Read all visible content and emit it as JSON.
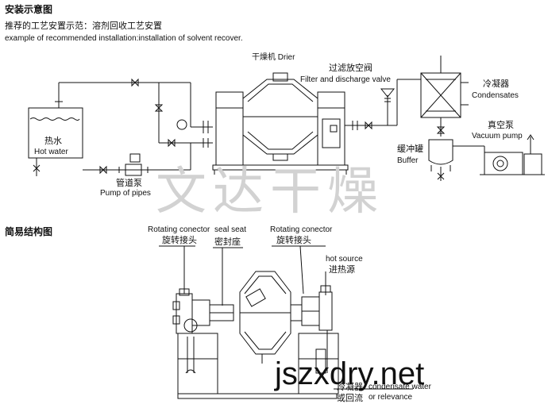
{
  "header": {
    "title": "安装示意图",
    "subtitle_cn": "推荐的工艺安置示范：溶剂回收工艺安置",
    "subtitle_en": "example of recommended installation:installation of solvent recover."
  },
  "install": {
    "drier": "干燥机 Drier",
    "valve_cn": "过滤放空阀",
    "valve_en": "Filter and discharge valve",
    "condenser_cn": "冷凝器",
    "condenser_en": "Condensates",
    "vacuum_cn": "真空泵",
    "vacuum_en": "Vacuum pump",
    "buffer_cn": "缓冲罐",
    "buffer_en": "Buffer",
    "hot_water_cn": "热水",
    "hot_water_en": "Hot water",
    "pump_cn": "管道泵",
    "pump_en": "Pump of pipes"
  },
  "watermark": {
    "cn": "文达干燥",
    "url": "jszxdry.net"
  },
  "structure": {
    "title": "简易结构图",
    "rot_left_en": "Rotating conector",
    "rot_left_cn": "旋转接头",
    "seal_en": "seal seat",
    "seal_cn": "密封座",
    "rot_right_en": "Rotating conector",
    "rot_right_cn": "旋转接头",
    "hot_source_en": "hot source",
    "hot_source_cn": "进热源",
    "condensate_cn1": "冷凝器",
    "condensate_cn2": "或回流",
    "condensate_en1": "condensate water",
    "condensate_en2": "or relevance"
  }
}
